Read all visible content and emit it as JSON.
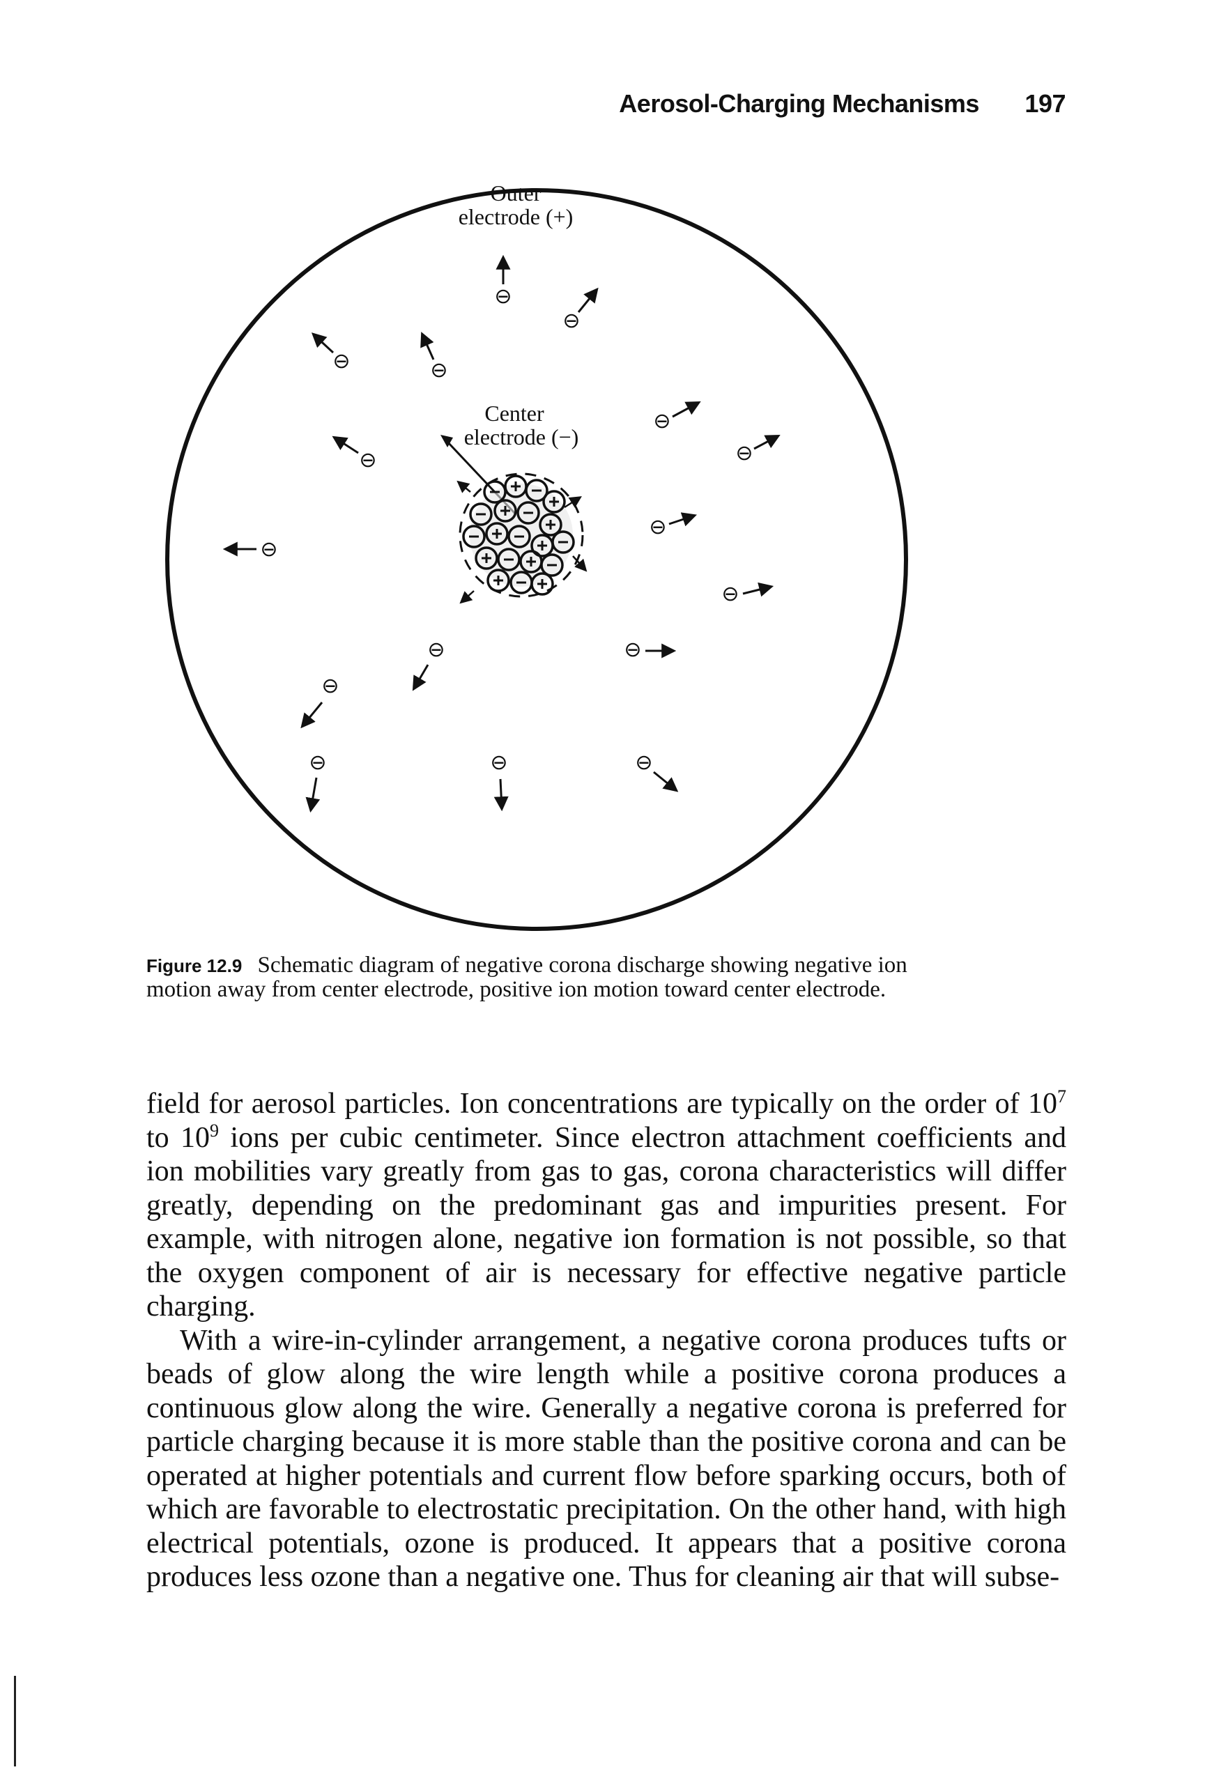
{
  "header": {
    "title": "Aerosol-Charging Mechanisms",
    "page_number": "197"
  },
  "figure": {
    "outer_label_line1": "Outer",
    "outer_label_line2": "electrode (+)",
    "center_label_line1": "Center",
    "center_label_line2": "electrode (−)",
    "ion_symbol": "⊖",
    "caption_label": "Figure 12.9",
    "caption_text": "Schematic diagram of negative corona discharge showing negative ion motion away from center electrode, positive ion motion toward center electrode."
  },
  "body": {
    "p1_a": "field for aerosol particles. Ion concentrations are typically on the order of 10",
    "p1_sup1": "7",
    "p1_b": " to 10",
    "p1_sup2": "9",
    "p1_c": " ions per cubic centimeter. Since electron attachment coefficients and ion mobilities vary greatly from gas to gas, corona characteristics will differ greatly, depending on the predominant gas and impurities present. For example, with nitrogen alone, negative ion formation is not possible, so that the oxygen component of air is necessary for effective negative particle charging.",
    "p2": "With a wire-in-cylinder arrangement, a negative corona produces tufts or beads of glow along the wire length while a positive corona produces a continuous glow along the wire. Generally a negative corona is preferred for particle charging because it is more stable than the positive corona and can be operated at higher potentials and current flow before sparking occurs, both of which are favorable to electrostatic precipitation. On the other hand, with high electrical potentials, ozone is produced. It appears that a positive corona produces less ozone than a negative one. Thus for cleaning air that will subse-"
  }
}
